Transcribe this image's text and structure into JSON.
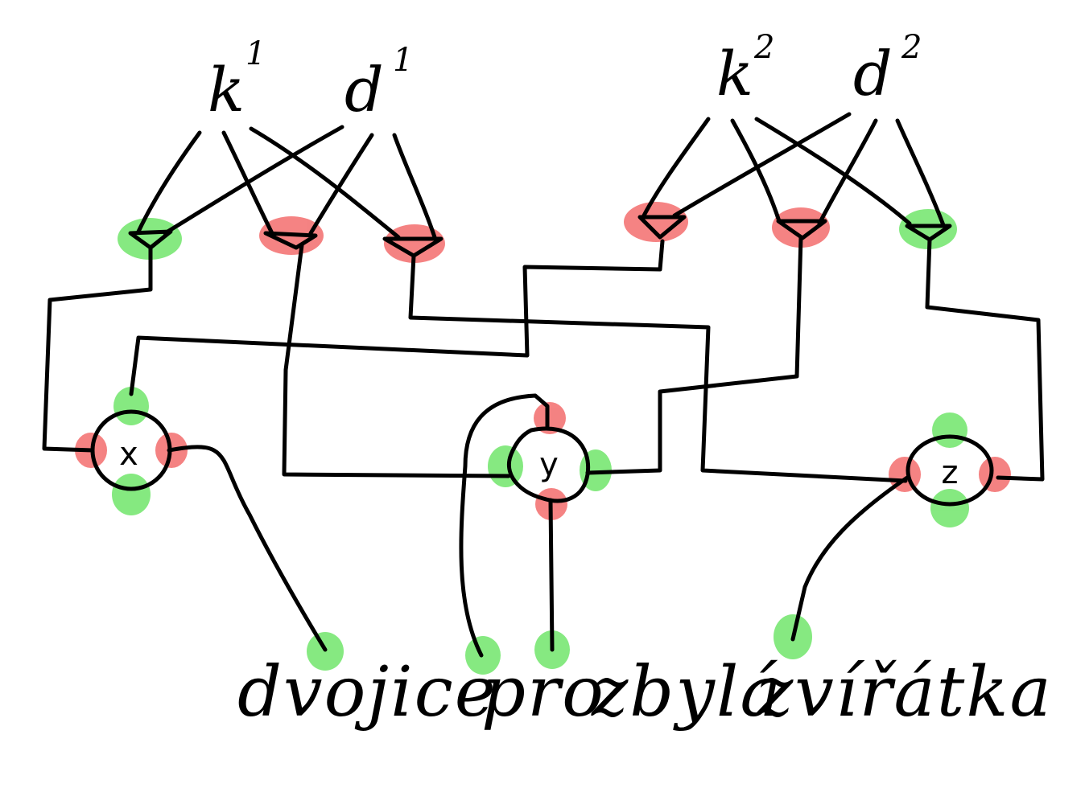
{
  "labels": {
    "k1": {
      "base": "k",
      "sup": "1"
    },
    "d1": {
      "base": "d",
      "sup": "1"
    },
    "k2": {
      "base": "k",
      "sup": "2"
    },
    "d2": {
      "base": "d",
      "sup": "2"
    }
  },
  "nodes": {
    "x": "x",
    "y": "y",
    "z": "z"
  },
  "caption": {
    "word1": "dvojice",
    "word2": "pro",
    "word3": "zbylá",
    "word4": "zvířátka"
  },
  "colors": {
    "ink": "#000000",
    "green": "#7fe87a",
    "red": "#f47c7c"
  }
}
